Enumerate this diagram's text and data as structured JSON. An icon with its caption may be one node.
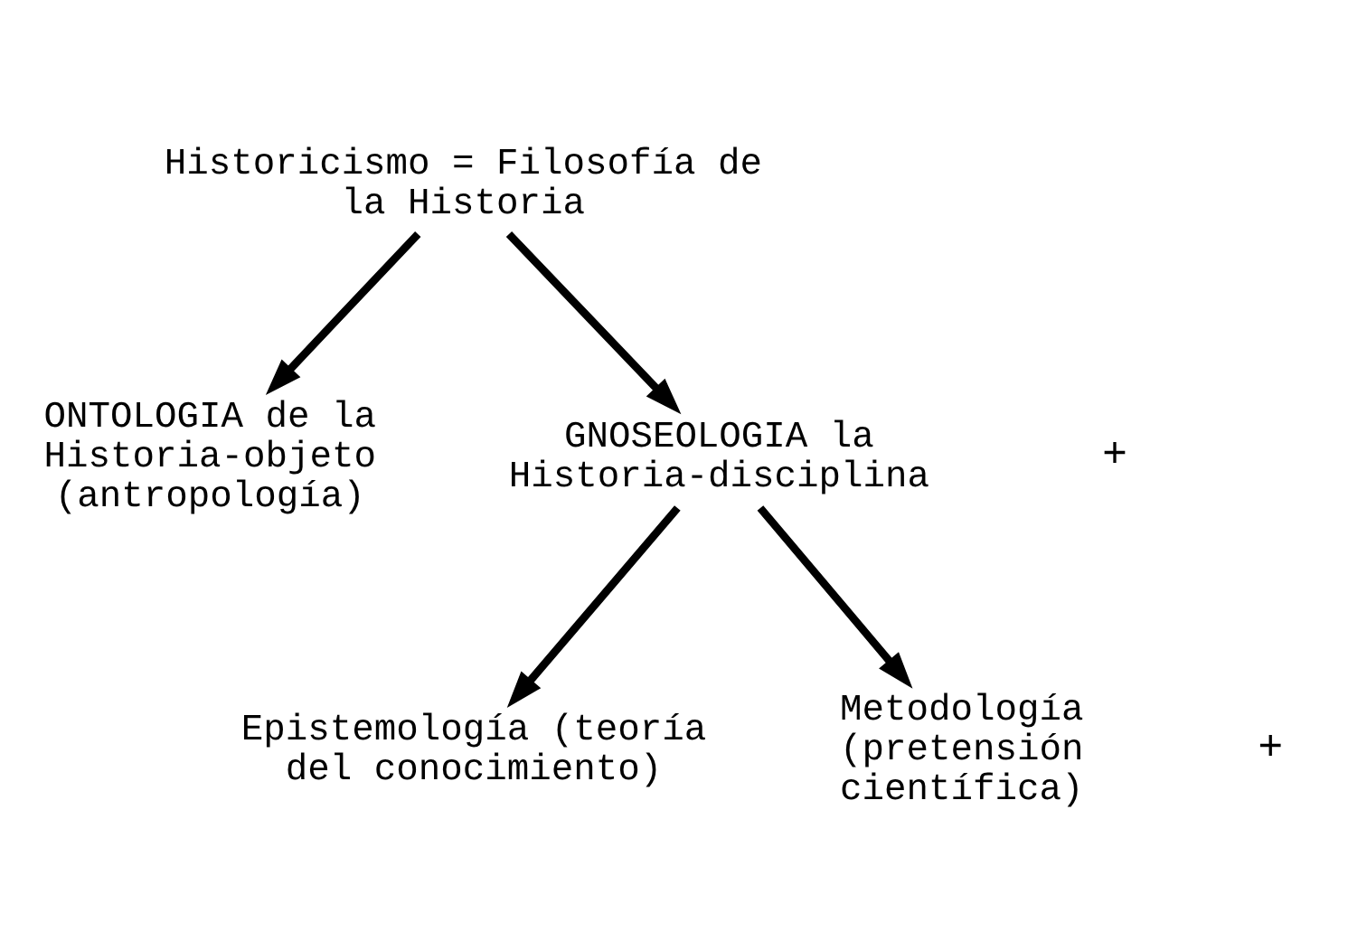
{
  "diagram": {
    "nodes": [
      {
        "text": [
          "Historicismo = Filosofía de la Historia"
        ]
      },
      {
        "text": [
          "ONTOLOGIA de la Historia-objeto (antropología)"
        ]
      },
      {
        "text": [
          "GNOSEOLOGIA la Historia-disciplina"
        ]
      },
      {
        "text": [
          "Epistemología (teoría del conocimiento)"
        ]
      },
      {
        "text": [
          "Metodología (pretensión científica)"
        ]
      }
    ],
    "edges": [
      {
        "from": 0,
        "to": 1,
        "arrow": "to"
      },
      {
        "from": 0,
        "to": 2,
        "arrow": "to"
      },
      {
        "from": 2,
        "to": 3,
        "arrow": "to"
      },
      {
        "from": 2,
        "to": 4,
        "arrow": "to"
      }
    ],
    "labels": [
      "+",
      "+"
    ]
  }
}
